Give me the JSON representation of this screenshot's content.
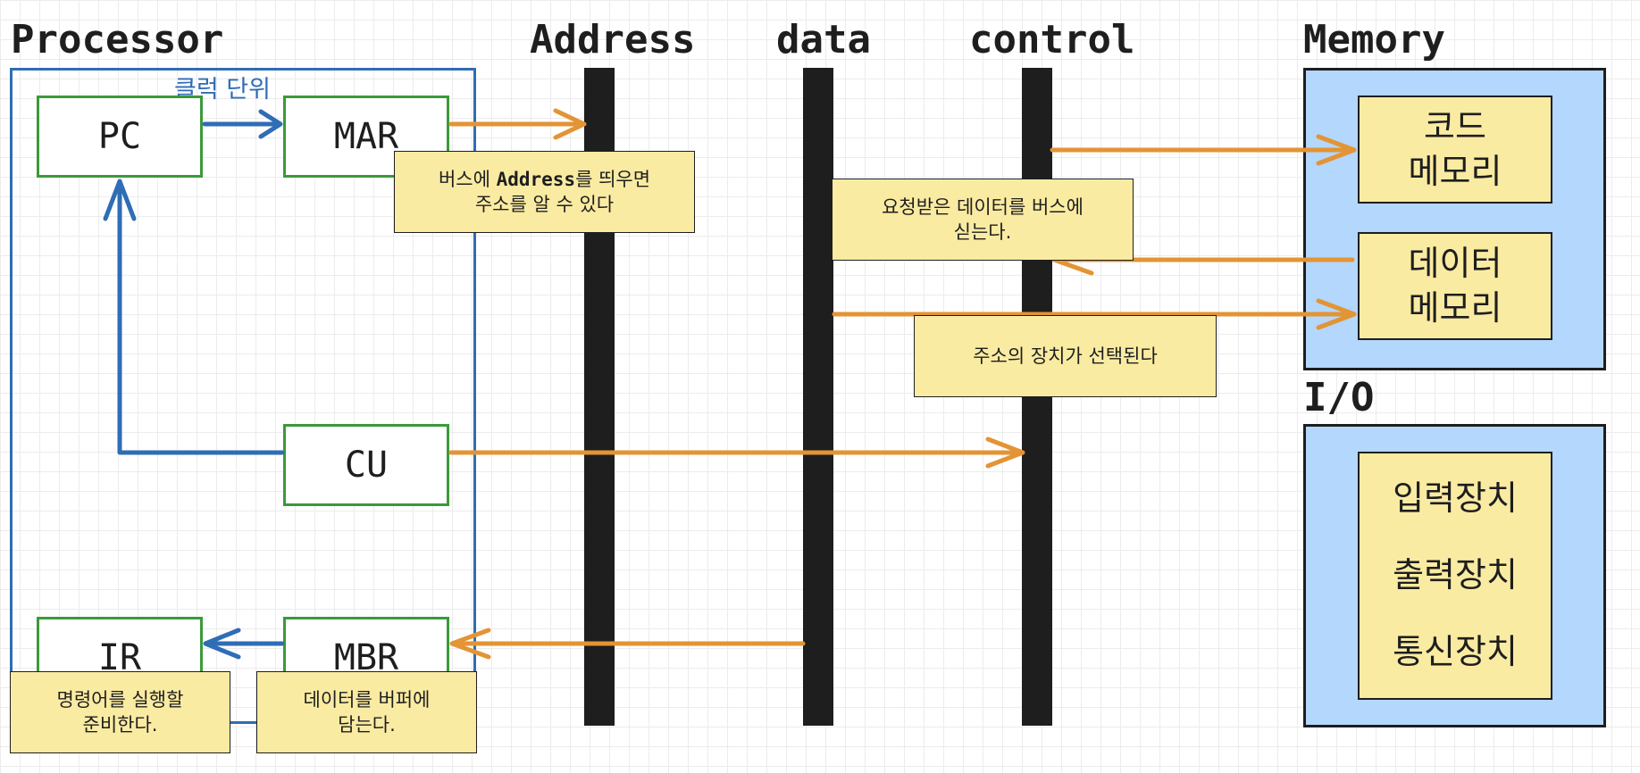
{
  "titles": {
    "processor": "Processor",
    "address": "Address",
    "data": "data",
    "control": "control",
    "memory": "Memory",
    "io": "I/O"
  },
  "processor": {
    "clock_label": "클럭 단위",
    "registers": {
      "pc": "PC",
      "mar": "MAR",
      "cu": "CU",
      "ir": "IR",
      "mbr": "MBR"
    }
  },
  "memory": {
    "code": {
      "line1": "코드",
      "line2": "메모리"
    },
    "data": {
      "line1": "데이터",
      "line2": "메모리"
    }
  },
  "io": {
    "input": "입력장치",
    "output": "출력장치",
    "comm": "통신장치"
  },
  "notes": {
    "address_bus": {
      "pre": "버스에 ",
      "bold": "Address",
      "post": "를 띄우면",
      "line2": "주소를 알 수 있다"
    },
    "data_request": {
      "line1": "요청받은 데이터를 버스에",
      "line2": "싣는다."
    },
    "select_device": "주소의 장치가 선택된다",
    "ir_prepare": {
      "line1": "명령어를 실행할",
      "line2": "준비한다."
    },
    "mbr_buffer": {
      "line1": "데이터를 버퍼에",
      "line2": "담는다."
    }
  },
  "colors": {
    "processor_flow": "#2f6db5",
    "bus_flow": "#e39434",
    "register_border": "#3a9a3a",
    "memory_fill": "#b3d7fd",
    "note_fill": "#faeba2",
    "bus_bar": "#1e1e1e"
  }
}
